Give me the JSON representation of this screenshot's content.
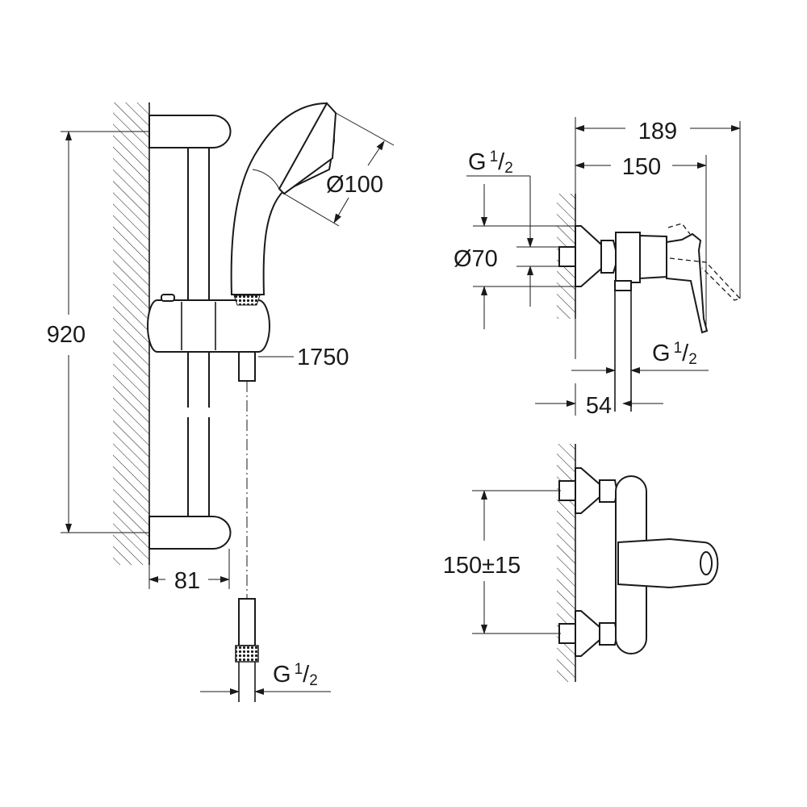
{
  "drawing": {
    "shower_set": {
      "bar_height": "920",
      "head_diameter": "Ø100",
      "hose_length": "1750",
      "wall_offset": "81",
      "hose_thread": {
        "prefix": "G",
        "num": "1",
        "slash": "/",
        "den": "2"
      }
    },
    "mixer_side": {
      "overall_depth": "189",
      "body_depth": "150",
      "inlet_thread": {
        "prefix": "G",
        "num": "1",
        "slash": "/",
        "den": "2"
      },
      "escutcheon_diameter": "Ø70",
      "outlet_thread": {
        "prefix": "G",
        "num": "1",
        "slash": "/",
        "den": "2"
      },
      "outlet_offset": "54"
    },
    "mixer_front": {
      "inlet_spacing": "150±15"
    }
  }
}
